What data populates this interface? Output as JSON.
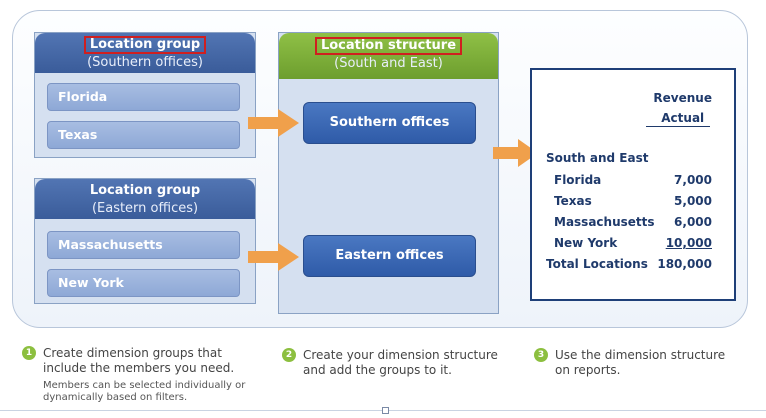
{
  "groups": [
    {
      "title": "Location group",
      "subtitle": "(Southern offices)",
      "members": [
        "Florida",
        "Texas"
      ]
    },
    {
      "title": "Location group",
      "subtitle": "(Eastern offices)",
      "members": [
        "Massachusetts",
        "New York"
      ]
    }
  ],
  "structure": {
    "title": "Location structure",
    "subtitle": "(South and East)",
    "nodes": [
      "Southern offices",
      "Eastern offices"
    ]
  },
  "report": {
    "col_header_1": "Revenue",
    "col_header_2": "Actual",
    "section": "South and East",
    "rows": [
      {
        "label": "Florida",
        "value": "7,000"
      },
      {
        "label": "Texas",
        "value": "5,000"
      },
      {
        "label": "Massachusetts",
        "value": "6,000"
      },
      {
        "label": "New York",
        "value": "10,000"
      }
    ],
    "total_label": "Total Locations",
    "total_value": "180,000"
  },
  "steps": [
    {
      "num": "1",
      "line1": "Create dimension groups that",
      "line2": "include the members you need.",
      "note1": "Members can be selected individually or",
      "note2": "dynamically based on filters."
    },
    {
      "num": "2",
      "line1": "Create your dimension structure",
      "line2": "and add the groups to it."
    },
    {
      "num": "3",
      "line1": "Use the dimension structure",
      "line2": "on reports."
    }
  ],
  "colors": {
    "group_header": "#3a5c9a",
    "structure_header": "#6d9e2e",
    "arrow": "#f0a04b",
    "highlight": "#d01f1f"
  }
}
